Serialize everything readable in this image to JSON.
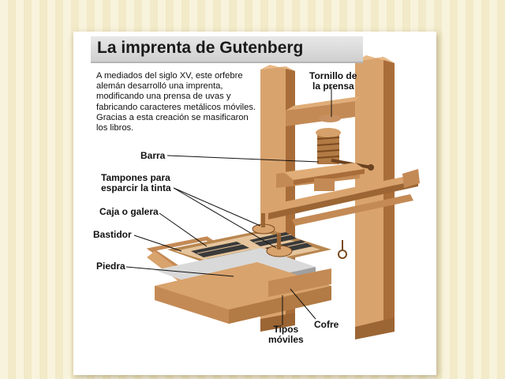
{
  "title": "La imprenta de Gutenberg",
  "intro": "A mediados del siglo XV, este orfebre alemán desarrolló una imprenta, modificando una prensa de uvas y fabricando caracteres metálicos móviles. Gracias a esta creación se masificaron los libros.",
  "labels": {
    "tornillo_line1": "Tornillo de",
    "tornillo_line2": "la prensa",
    "barra": "Barra",
    "tampones_line1": "Tampones para",
    "tampones_line2": "esparcir la tinta",
    "caja": "Caja o galera",
    "bastidor": "Bastidor",
    "piedra": "Piedra",
    "tipos_line1": "Tipos",
    "tipos_line2": "móviles",
    "cofre": "Cofre"
  },
  "colors": {
    "wood_light": "#d9a36d",
    "wood_mid": "#c48a55",
    "wood_dark": "#9c6534",
    "metal_grid": "#3a3a3a",
    "background_stripe": "#f2eac8",
    "title_bar": "#d9d9d9"
  }
}
